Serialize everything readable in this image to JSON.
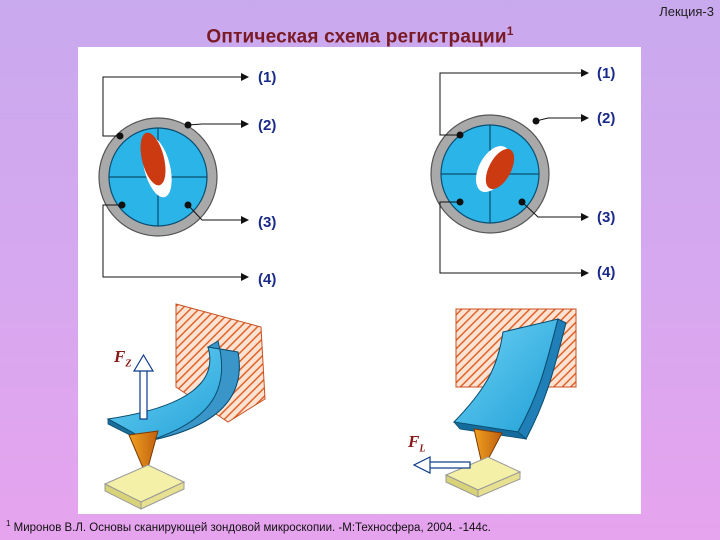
{
  "header": {
    "lecture_label": "Лекция-3",
    "title": "Оптическая схема регистрации",
    "title_footnote_mark": "1"
  },
  "diagram": {
    "left_labels": [
      "(1)",
      "(2)",
      "(3)",
      "(4)"
    ],
    "right_labels": [
      "(1)",
      "(2)",
      "(3)",
      "(4)"
    ],
    "left_force": {
      "symbol": "F",
      "subscript": "Z"
    },
    "right_force": {
      "symbol": "F",
      "subscript": "L"
    }
  },
  "colors": {
    "sensor_blue": "#2ab4e8",
    "ring_gray": "#a9a9a9",
    "spot_red": "#cc3a12",
    "hatch_orange": "#e0632a",
    "base_yellow": "#f4f0a8",
    "title_red": "#7a1a24"
  },
  "footnote": {
    "mark": "1",
    "text": " Миронов В.Л. Основы сканирующей зондовой микроскопии. -М:Техносфера, 2004. -144с."
  }
}
